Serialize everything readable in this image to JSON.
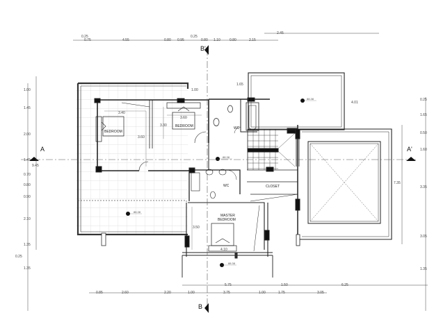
{
  "drawing": {
    "type": "architectural floor plan",
    "rooms": {
      "bedroom_1": "BEDROOM",
      "bedroom_2": "BEDROOM",
      "master_bedroom_line1": "MASTER",
      "master_bedroom_line2": "BEDROOM",
      "closet": "CLOSET",
      "wc_1": "WC",
      "wc_2": "WC"
    },
    "section_markers": {
      "a_left": "A",
      "a_right": "A'",
      "b_top": "B'",
      "b_bottom": "B"
    },
    "level_marks": [
      "88.38",
      "88.38",
      "88.38",
      "88.38"
    ],
    "interior_dims": {
      "bedroom1_width": "3.40",
      "bedroom1_depth": "3.60",
      "bedroom2_width": "3.60",
      "bedroom2_depth": "3.30",
      "master_depth": "3.50",
      "master_width": "4.10",
      "bath_gap": "1.65",
      "balcony_depth": "1.00",
      "void_height": "7.35",
      "terrace_right": "4.01"
    },
    "top_dims": {
      "row1": [
        "0.25",
        "0.75",
        "4.55",
        "0.80",
        "0.95",
        "0.25",
        "0.80",
        "1.10",
        "0.80",
        "2.15"
      ],
      "row0": [
        "2.45"
      ]
    },
    "left_dims": {
      "chain": [
        "1.00",
        "1.45",
        "2.00",
        "1.45",
        "0.70",
        "0.80",
        "0.90",
        "2.10",
        "1.35",
        "0.25",
        "1.35"
      ],
      "total": "9.45"
    },
    "right_dims": {
      "chain": [
        "0.25",
        "1.65",
        "0.50",
        "1.60",
        "3.35",
        "3.05",
        "1.35"
      ]
    },
    "bottom_dims": {
      "row1": [
        "5.75",
        "1.50",
        "6.25"
      ],
      "row2": [
        "0.85",
        "2.60",
        "2.20",
        "1.00",
        "3.75",
        "1.00",
        "1.75",
        "3.05"
      ]
    }
  }
}
